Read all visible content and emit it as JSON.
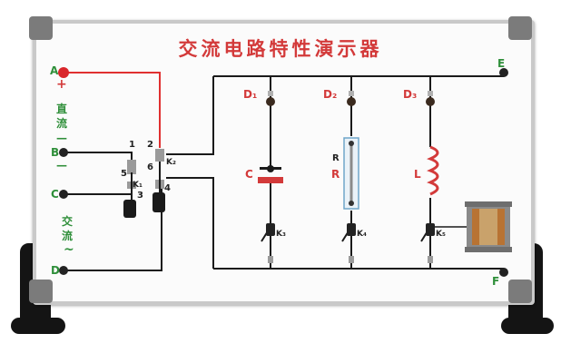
{
  "title": "交流电路特性演示器",
  "terminals": {
    "A": "A",
    "B": "B",
    "C": "C",
    "D": "D",
    "E": "E",
    "F": "F"
  },
  "dc_label": {
    "plus": "+",
    "chars": "直流",
    "minus": "—"
  },
  "ac_label": {
    "chars": "交流",
    "tilde": "~"
  },
  "switch_labels": {
    "n1": "1",
    "n2": "2",
    "n3": "3",
    "n4": "4",
    "n5": "5",
    "n6": "6",
    "k1": "K₁",
    "k2": "K₂",
    "k3": "K₃",
    "k4": "K₄",
    "k5": "K₅"
  },
  "bulbs": {
    "d1": "D₁",
    "d2": "D₂",
    "d3": "D₃"
  },
  "components": {
    "capacitor": "C",
    "resistor_a": "R",
    "resistor_b": "R",
    "inductor": "L"
  },
  "colors": {
    "title_red": "#d33a3a",
    "label_green": "#2f8f3a",
    "wire": "#1a1a1a",
    "wire_red": "#e03030"
  }
}
